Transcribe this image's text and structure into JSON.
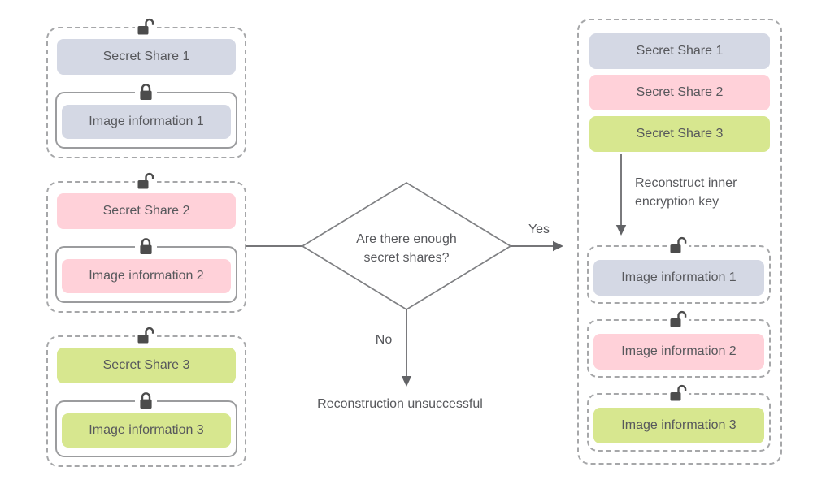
{
  "colors": {
    "lavender": "#d4d8e4",
    "pink": "#ffd1d9",
    "green": "#d7e78f",
    "text": "#57585c",
    "line": "#626366",
    "dashed_border": "#a6a7a9",
    "solid_border": "#9b9c9e",
    "diamond_border": "#7f8083",
    "lock": "#4c4c4c"
  },
  "left_groups": [
    {
      "share_label": "Secret Share 1",
      "info_label": "Image information 1",
      "color": "lavender",
      "group_icon": "unlocked-icon",
      "inner_icon": "locked-icon"
    },
    {
      "share_label": "Secret Share 2",
      "info_label": "Image information 2",
      "color": "pink",
      "group_icon": "unlocked-icon",
      "inner_icon": "locked-icon"
    },
    {
      "share_label": "Secret Share 3",
      "info_label": "Image information 3",
      "color": "green",
      "group_icon": "unlocked-icon",
      "inner_icon": "locked-icon"
    }
  ],
  "decision": {
    "question_line1": "Are there enough",
    "question_line2": "secret shares?",
    "yes_label": "Yes",
    "no_label": "No",
    "no_result": "Reconstruction unsuccessful"
  },
  "right_panel": {
    "share_labels": [
      "Secret Share 1",
      "Secret Share 2",
      "Secret Share 3"
    ],
    "arrow_label_line1": "Reconstruct inner",
    "arrow_label_line2": "encryption key",
    "info_items": [
      {
        "label": "Image information 1",
        "color": "lavender",
        "icon": "unlocked-icon"
      },
      {
        "label": "Image information 2",
        "color": "pink",
        "icon": "unlocked-icon"
      },
      {
        "label": "Image information 3",
        "color": "green",
        "icon": "unlocked-icon"
      }
    ]
  }
}
